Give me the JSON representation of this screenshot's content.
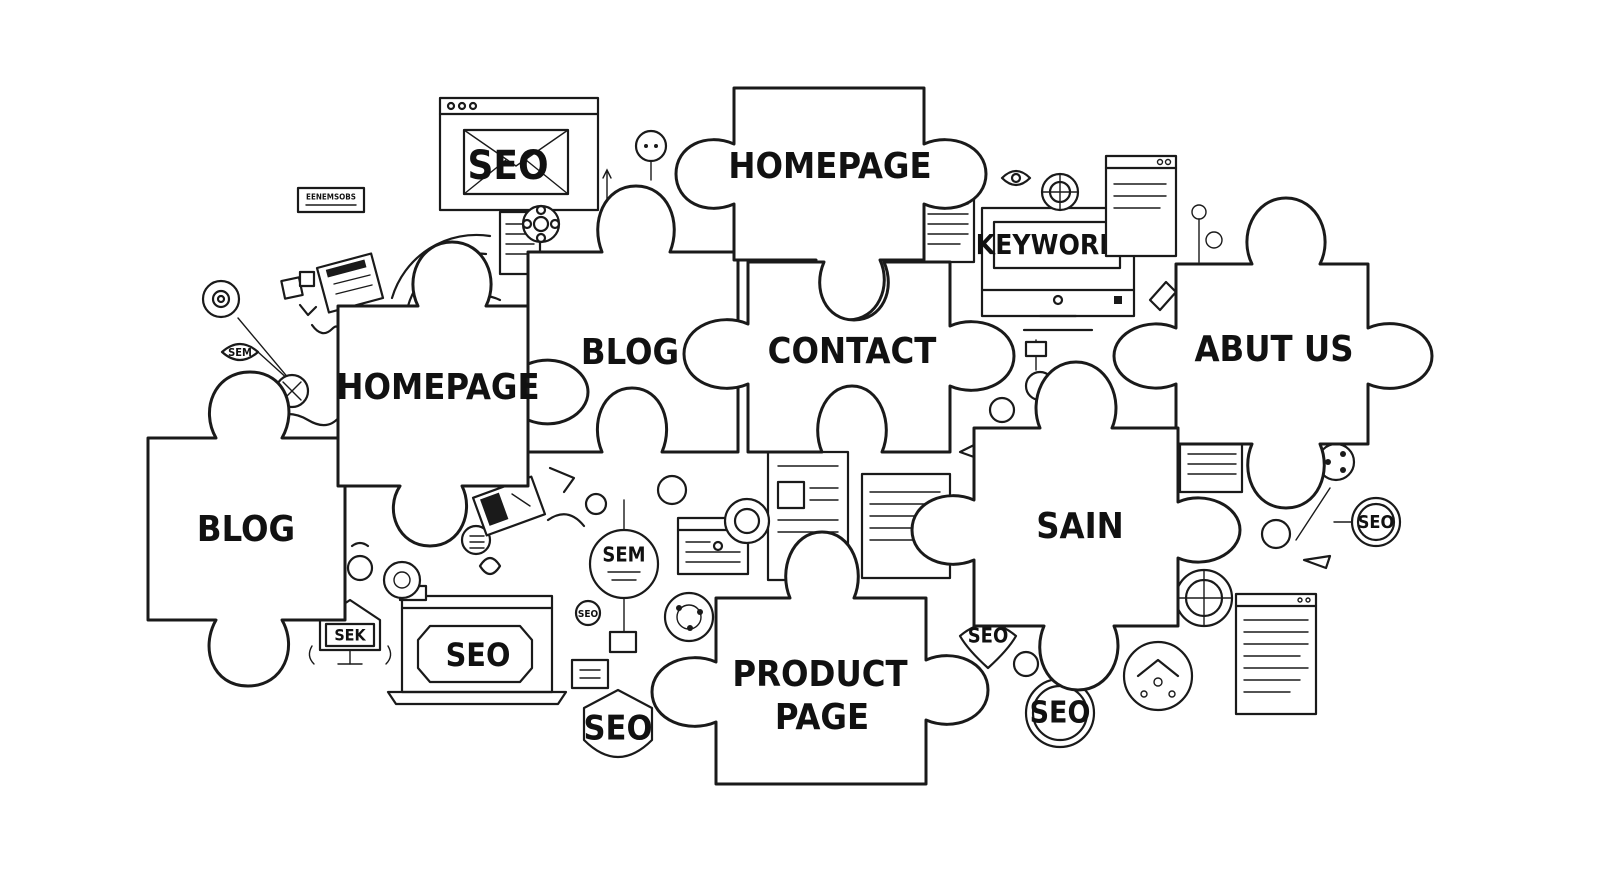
{
  "pieces": [
    {
      "id": "blog-left",
      "label": "BLOG"
    },
    {
      "id": "homepage-left",
      "label": "HOMEPAGE"
    },
    {
      "id": "blog-center",
      "label": "BLOG"
    },
    {
      "id": "homepage-top",
      "label": "HOMEPAGE"
    },
    {
      "id": "contact",
      "label": "CONTACT"
    },
    {
      "id": "about-us",
      "label": "ABUT US"
    },
    {
      "id": "sain",
      "label": "SAIN"
    },
    {
      "id": "product-page",
      "label": "PRODUCT",
      "label2": "PAGE"
    }
  ],
  "doodles": {
    "seo_browser": "SEO",
    "keywords_monitor": "KEYWORDS",
    "sem_circle": "SEM",
    "seo_laptop": "SEO",
    "seo_shield": "SEO",
    "seo_badge_bottom": "SEO",
    "seo_pin": "SEO",
    "seo_circle_right": "SEO",
    "sem_small": "SEM",
    "sek_monitor": "SEK",
    "seo_small": "SEO",
    "tag_small": "EENEMSOBS"
  }
}
